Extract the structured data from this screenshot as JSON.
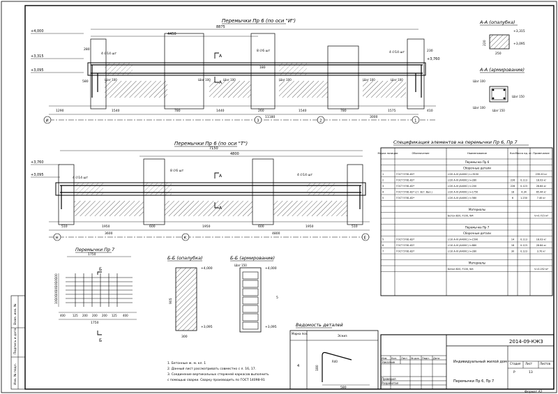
{
  "sheet": {
    "doc_code": "2014-09-КЖ3",
    "building": "Индивидуальный жилой дом",
    "sheet_title": "Перемычки Пр 6, Пр 7",
    "stage": "Р",
    "sheet_no": "13",
    "format": "Формат А2",
    "header": {
      "stage_label": "Стадия",
      "sheet_label": "Лист",
      "sheets_label": "Листов"
    },
    "title_rows": [
      "Изм.",
      "Кол.",
      "Лист",
      "№ док.",
      "Подп.",
      "Дата"
    ],
    "roles": [
      "Заказчик",
      "Проверил",
      "Разработал"
    ],
    "side_stamps": [
      "Взам. инв. №",
      "Подпись и дата",
      "Инв. № подл."
    ]
  },
  "beam_i": {
    "title": "Перемычки Пр 6 (по оси \"И\")",
    "elev_top": "+4,000",
    "elev_mid": "+3,315",
    "elev_low": "+3,095",
    "elev_right": "+3,760",
    "overall": "8875",
    "span_1": "4450",
    "section_mark": "А",
    "rebar_labels": [
      "4 ∅14 шт",
      "8 ∅6 шт",
      "4 ∅14 шт"
    ],
    "step_labels": [
      "Шаг 100",
      "Шаг 100",
      "Шаг 100",
      "Шаг 100",
      "Шаг 100",
      "Шаг 100"
    ],
    "small_dims": [
      "280",
      "180",
      "580",
      "230"
    ],
    "bottom_dims": [
      "1290",
      "1540",
      "780",
      "1440",
      "260",
      "1540",
      "780",
      "1575",
      "410"
    ],
    "bottom_total_1": "11180",
    "bottom_total_2": "3000",
    "axes": [
      "И",
      "3",
      "2",
      "1"
    ]
  },
  "beam_t": {
    "title": "Перемычки Пр 6 (по оси \"Т\")",
    "elev_top": "+3,760",
    "elev_low": "+3,095",
    "overall": "7150",
    "span_1": "4800",
    "rebar_labels": [
      "8 ∅6 шт",
      "4 ∅14 шт",
      "4 ∅14 шт"
    ],
    "bottom_dims": [
      "510",
      "1950",
      "600",
      "1950",
      "600",
      "1950",
      "510"
    ],
    "bottom_totals": [
      "3600",
      "4800"
    ],
    "axes": [
      "Н",
      "К",
      "Е"
    ]
  },
  "sect_aa_form": {
    "title": "А-А (опалубка)",
    "elev_top": "+3,315",
    "elev_low": "+3,095",
    "w": "250",
    "h": "220"
  },
  "sect_aa_arm": {
    "title": "А-А (армирование)",
    "labels": [
      "Шаг 100",
      "Шаг 100",
      "Шаг 150",
      "Шаг 150"
    ]
  },
  "spec": {
    "title": "Спецификация элементов на перемычки Пр 6, Пр 7",
    "headers": [
      "Марка позиции",
      "Обозначение",
      "Наименование",
      "Кол.",
      "Масса ед. кг.",
      "Примечание"
    ],
    "groups": [
      {
        "name": "Перемычка Пр 6",
        "sub": "Сборочные детали",
        "rows": [
          [
            "1",
            "ГОСТ 5781-82*",
            "∅20 А-III (А400С) L=9150",
            "",
            "",
            "239.20 кг"
          ],
          [
            "2",
            "ГОСТ 5781-82*",
            "∅20 А-III (А400С) l=280",
            "226",
            "0.113",
            "18.03 кг"
          ],
          [
            "3",
            "ГОСТ 5781-82*",
            "∅20 А-III (А400С) l=200",
            "228",
            "0.123",
            "28.84 кг"
          ],
          [
            "4",
            "ГОСТ 5781-82* (ст. Вст. Вал.)",
            "∅20 А-III (А400С) l=1750",
            "18",
            "4.34",
            "65.44 кг"
          ],
          [
            "5",
            "ГОСТ 5781-82*",
            "∅20 А-III (А400С) l=580",
            "6",
            "1.230",
            "7.40 кг"
          ]
        ],
        "materials_label": "Материалы",
        "material": [
          "Бетон В20, F100, W4",
          "V=0.715 м³"
        ]
      },
      {
        "name": "Перемычка Пр 7",
        "sub": "Сборочные детали",
        "rows": [
          [
            "5",
            "ГОСТ 5781-82*",
            "∅10 А-III (А400С) l=1590",
            "14",
            "0.113",
            "18.03 кг"
          ],
          [
            "6",
            "ГОСТ 5781-82*",
            "∅10 А-III (А400С) l=880",
            "18",
            "0.123",
            "28.84 кг"
          ],
          [
            "7",
            "ГОСТ 5781-82*",
            "∅10 А-III (А400С) l=280",
            "30",
            "0.123",
            "3.70 кг"
          ]
        ],
        "materials_label": "Материалы",
        "material": [
          "Бетон В20, F100, W4",
          "V=0.252 м³"
        ]
      }
    ]
  },
  "pr7": {
    "title": "Перемычки Пр 7",
    "overall": "1750",
    "section_mark": "Б",
    "side_dims": [
      "100",
      "100",
      "100",
      "100",
      "100",
      "100",
      "100"
    ],
    "bottom_dims": [
      "400",
      "125",
      "200",
      "200",
      "200",
      "125",
      "400"
    ],
    "bottom_total": "1750"
  },
  "bb_form": {
    "title": "Б-Б (опалубка)",
    "elev_top": "+4,000",
    "elev_low": "+3,095",
    "w": "300",
    "h": "905"
  },
  "bb_arm": {
    "title": "Б-Б (армирование)",
    "elev_top": "+4,000",
    "elev_low": "+3,095",
    "label": "Шаг 150",
    "tag": "5"
  },
  "notes": [
    "1. Бетонные ж. м. кл. 1",
    "2. Данный лист рассматривать совместно с л. 16, 17.",
    "3. Соединение вертикальных стержней каркасов выполнить",
    "    с помощью сварки. Сварку производить по ГОСТ 14098-91"
  ],
  "bending": {
    "title": "Ведомость деталей",
    "headers": [
      "Марка поз.",
      "Эскиз"
    ],
    "mark": "4",
    "dims": [
      "180",
      "580",
      "R40"
    ]
  }
}
